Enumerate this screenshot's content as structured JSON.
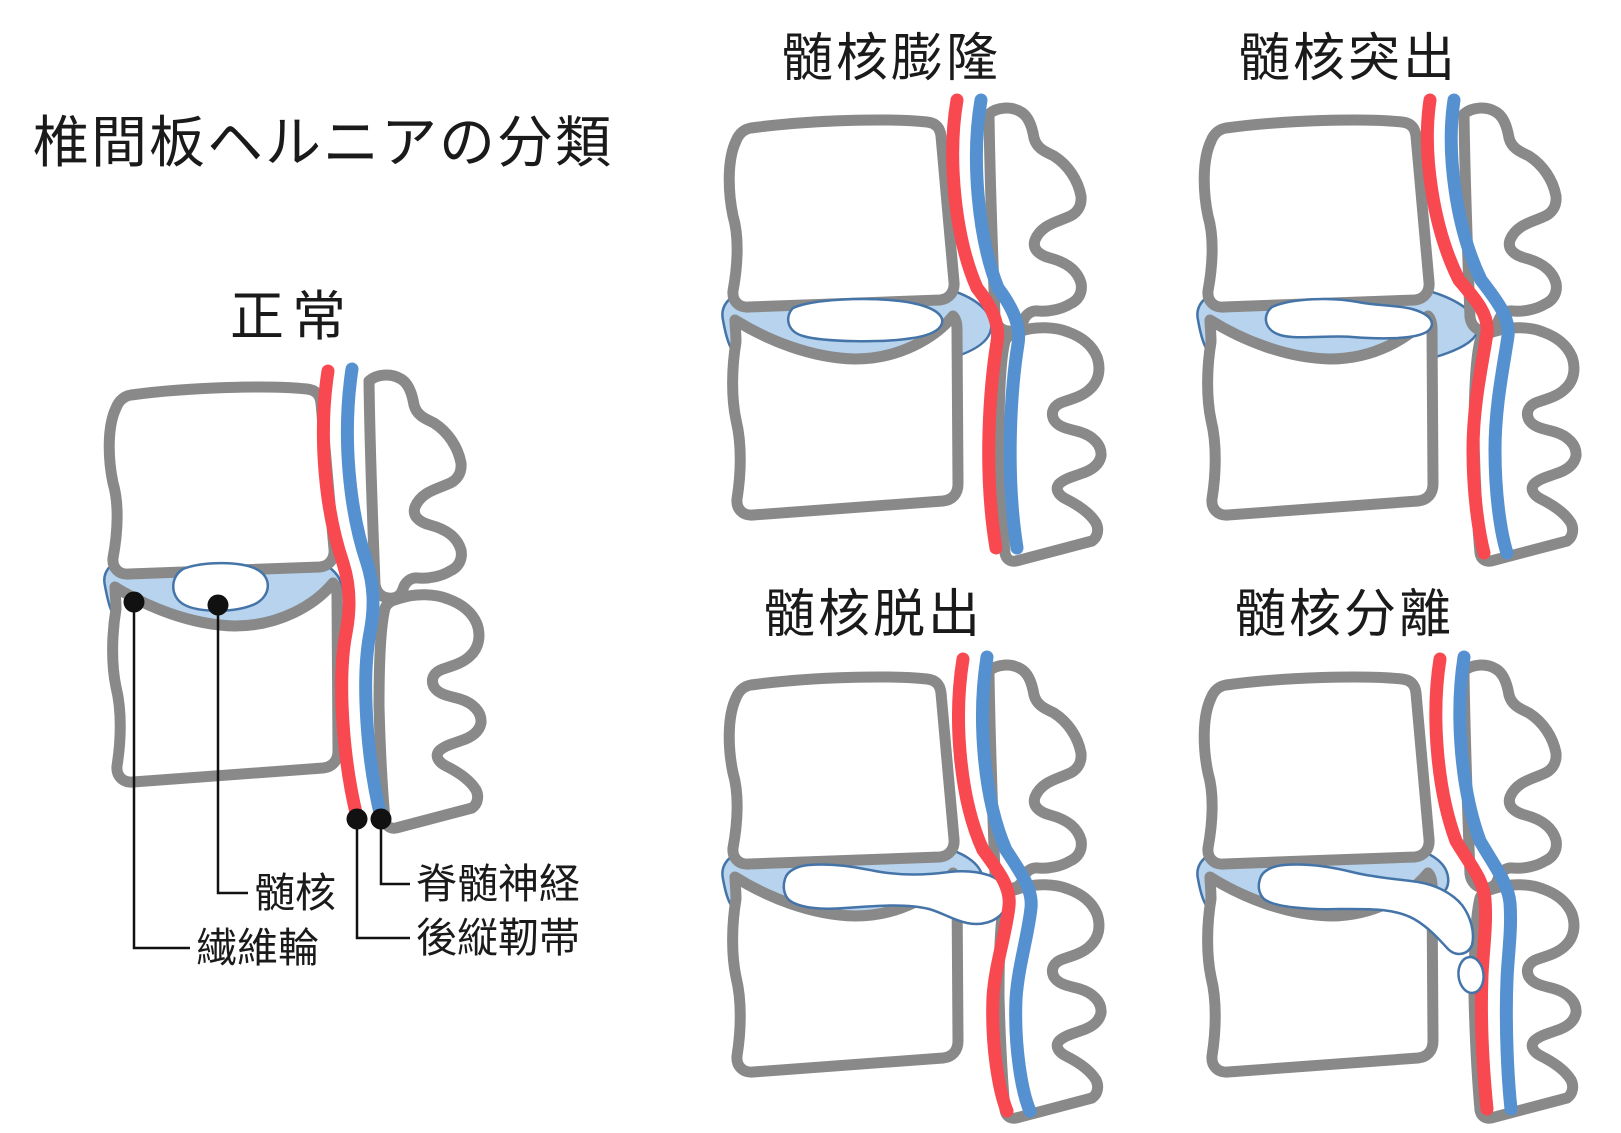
{
  "title": "椎間板ヘルニアの分類",
  "panels": {
    "normal": {
      "label": "正常"
    },
    "bulge": {
      "label": "髄核膨隆"
    },
    "protrusion": {
      "label": "髄核突出"
    },
    "extrusion": {
      "label": "髄核脱出"
    },
    "sequestration": {
      "label": "髄核分離"
    }
  },
  "annotations": {
    "nucleus": "髄核",
    "annulus": "繊維輪",
    "spinal_nerve": "脊髄神経",
    "posterior_ligament": "後縦靭帯"
  },
  "colors": {
    "background": "#ffffff",
    "text": "#1a1a1a",
    "bone_outline": "#898989",
    "bone_fill": "#ffffff",
    "disc_fill": "#b7d3ed",
    "disc_outline": "#4474a8",
    "ligament_red": "#f84850",
    "nerve_blue": "#5591d1",
    "annotation_line": "#111111"
  }
}
